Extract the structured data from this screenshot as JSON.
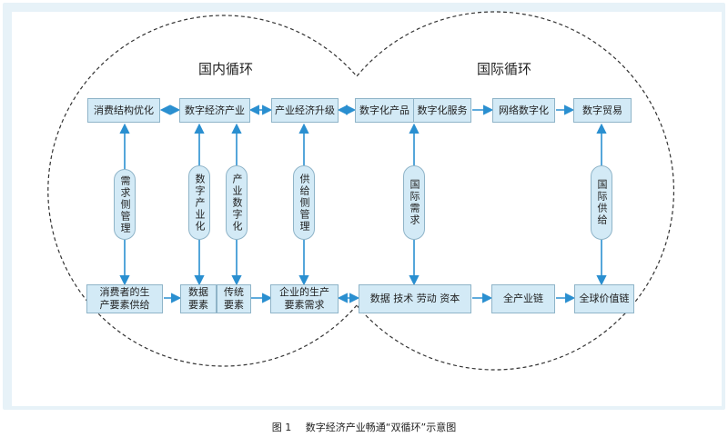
{
  "circles": {
    "domain_label": "国内循环",
    "international_label": "国际循环"
  },
  "top_row": {
    "consumption_structure": "消费结构优化",
    "digital_economy_industry": "数字经济产业",
    "industrial_upgrade": "产业经济升级",
    "digital_products": "数字化产品",
    "digital_services": "数字化服务",
    "network_digitalization": "网络数字化",
    "digital_trade": "数字贸易"
  },
  "pills": {
    "demand_side": "需求侧管理",
    "digital_industrialization": "数字产业化",
    "industrial_digitalization": "产业数字化",
    "supply_side": "供给侧管理",
    "international_demand": "国际需求",
    "international_supply": "国际供给"
  },
  "bottom_row": {
    "consumer_factors": "消费者的生\n产要素供给",
    "data_factors": "数据\n要素",
    "traditional_factors": "传统\n要素",
    "enterprise_factors": "企业的生产\n要素需求",
    "inputs": "数据  技术  劳动  资本",
    "whole_chain": "全产业链",
    "global_value_chain": "全球价值链"
  },
  "caption": {
    "figure_number": "图 1",
    "title": "数字经济产业畅通“双循环”示意图"
  },
  "colors": {
    "box_fill": "#d3eaf6",
    "box_border": "#8fb4c8",
    "arrow": "#2a8fd0",
    "outline": "#333333",
    "frame": "#e7f2f8"
  }
}
